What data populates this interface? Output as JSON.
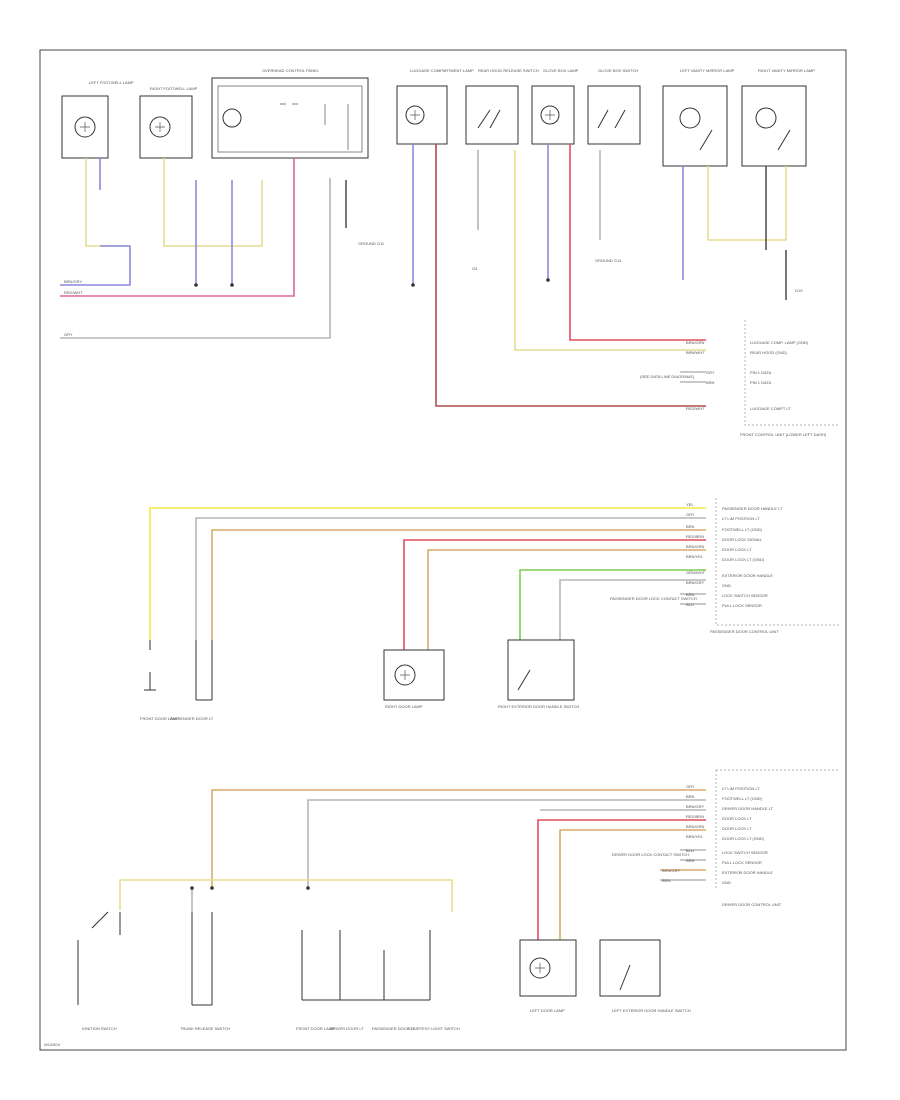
{
  "figure_code": "W1Z6O4",
  "sections": {
    "top": {
      "components": [
        {
          "key": "left_footwell_lamp",
          "label": "LEFT FOOTWELL LAMP"
        },
        {
          "key": "right_footwell_lamp",
          "label": "RIGHT FOOTWELL LAMP"
        },
        {
          "key": "overhead_control_panel",
          "label": "OVERHEAD CONTROL PANEL"
        },
        {
          "key": "luggage_compartment_lamp",
          "label": "LUGGAGE COMPARTMENT LAMP"
        },
        {
          "key": "rear_hood_release_switch",
          "label": "REAR HOOD RELEASE SWITCH"
        },
        {
          "key": "glove_box_lamp",
          "label": "GLOVE BOX LAMP"
        },
        {
          "key": "glove_box_switch",
          "label": "GLOVE BOX SWITCH"
        },
        {
          "key": "left_vanity_mirror_lamp",
          "label": "LEFT VANITY MIRROR LAMP"
        },
        {
          "key": "right_vanity_mirror_lamp",
          "label": "RIGHT VANITY MIRROR LAMP"
        }
      ],
      "ground_labels": [
        "GROUND G11",
        "G4",
        "GROUND G14",
        "G15"
      ],
      "module": {
        "name": "FRONT CONTROL UNIT (LOWER LEFT DASH)",
        "pins": [
          {
            "wire": "BRN/GRN",
            "label": "LUGGAGE COMP. LAMP (GND)"
          },
          {
            "wire": "BRN/WHT",
            "label": "REAR HOOD (GND)"
          },
          {
            "wire": "GRY",
            "label": "PIN 1 DATA"
          },
          {
            "wire": "BRN",
            "label": "PIN 1 DATA"
          },
          {
            "wire": "RED/WHT",
            "label": "LUGGAGE COMPT LT"
          }
        ],
        "note": "(SEE DATA LINE DIAGRAMS)"
      },
      "side_wires": [
        "BRN/GRY",
        "RED/WHT",
        "GRY"
      ]
    },
    "middle": {
      "module": {
        "name": "PASSENGER DOOR CONTROL UNIT",
        "pins": [
          {
            "wire": "YEL",
            "label": "PASSENGER DOOR HANDLE LT"
          },
          {
            "wire": "GRY",
            "label": "LT LIM POSITION LT"
          },
          {
            "wire": "BRN",
            "label": "FOOTWELL LT (GND)"
          },
          {
            "wire": "RED/BRN",
            "label": "DOOR LOCK SIGNAL"
          },
          {
            "wire": "BRN/GRN",
            "label": "DOOR LOCK LT"
          },
          {
            "wire": "BRN/YEL",
            "label": "DOOR LOCK LT (GND)"
          },
          {
            "wire": "GRN/WHT",
            "label": "EXTERIOR DOOR HANDLE"
          },
          {
            "wire": "BRN/GRY",
            "label": "GND"
          },
          {
            "wire": "BRN",
            "label": "LOCK SWITCH SENSOR"
          },
          {
            "wire": "BLU",
            "label": "PULL LOCK SENSOR"
          }
        ]
      },
      "components": [
        {
          "key": "door_lamp",
          "label": "FRONT DOOR LAMP"
        },
        {
          "key": "passenger_door_lt",
          "label": "PASSENGER DOOR LT"
        },
        {
          "key": "right_door_lamp",
          "label": "RIGHT DOOR LAMP"
        },
        {
          "key": "right_exterior_door_switch",
          "label": "RIGHT EXTERIOR DOOR HANDLE SWITCH"
        }
      ],
      "note": "PASSENGER DOOR LOCK CONTACT SWITCH"
    },
    "bottom": {
      "module": {
        "name": "DRIVER DOOR CONTROL UNIT",
        "pins": [
          {
            "wire": "GRY",
            "label": "LT LIM POSITION LT"
          },
          {
            "wire": "BRN",
            "label": "FOOTWELL LT (GND)"
          },
          {
            "wire": "BRN/GRY",
            "label": "DRIVER DOOR HANDLE LT"
          },
          {
            "wire": "RED/BRN",
            "label": "DOOR LOCK LT"
          },
          {
            "wire": "BRN/GRN",
            "label": "DOOR LOCK LT"
          },
          {
            "wire": "BRN/YEL",
            "label": "DOOR LOCK LT (GND)"
          },
          {
            "wire": "BLU",
            "label": "LOCK SWITCH SENSOR"
          },
          {
            "wire": "BRN",
            "label": "PULL LOCK SENSOR"
          },
          {
            "wire": "BRN/GRY",
            "label": "EXTERIOR DOOR HANDLE"
          },
          {
            "wire": "BRN",
            "label": "GND"
          }
        ]
      },
      "components": [
        {
          "key": "ignition_switch",
          "label": "IGNITION SWITCH"
        },
        {
          "key": "trunk_release_switch",
          "label": "TRUNK RELEASE SWITCH"
        },
        {
          "key": "door_lamp",
          "label": "FRONT DOOR LAMP"
        },
        {
          "key": "driver_door_lt",
          "label": "DRIVER DOOR LT"
        },
        {
          "key": "passenger_door_lt",
          "label": "PASSENGER DOOR LT"
        },
        {
          "key": "courtesy_light_switch",
          "label": "COURTESY LIGHT SWITCH"
        },
        {
          "key": "left_door_lamp",
          "label": "LEFT DOOR LAMP"
        },
        {
          "key": "left_exterior_door_switch",
          "label": "LEFT EXTERIOR DOOR HANDLE SWITCH"
        }
      ],
      "note": "DRIVER DOOR LOCK CONTACT SWITCH"
    }
  }
}
